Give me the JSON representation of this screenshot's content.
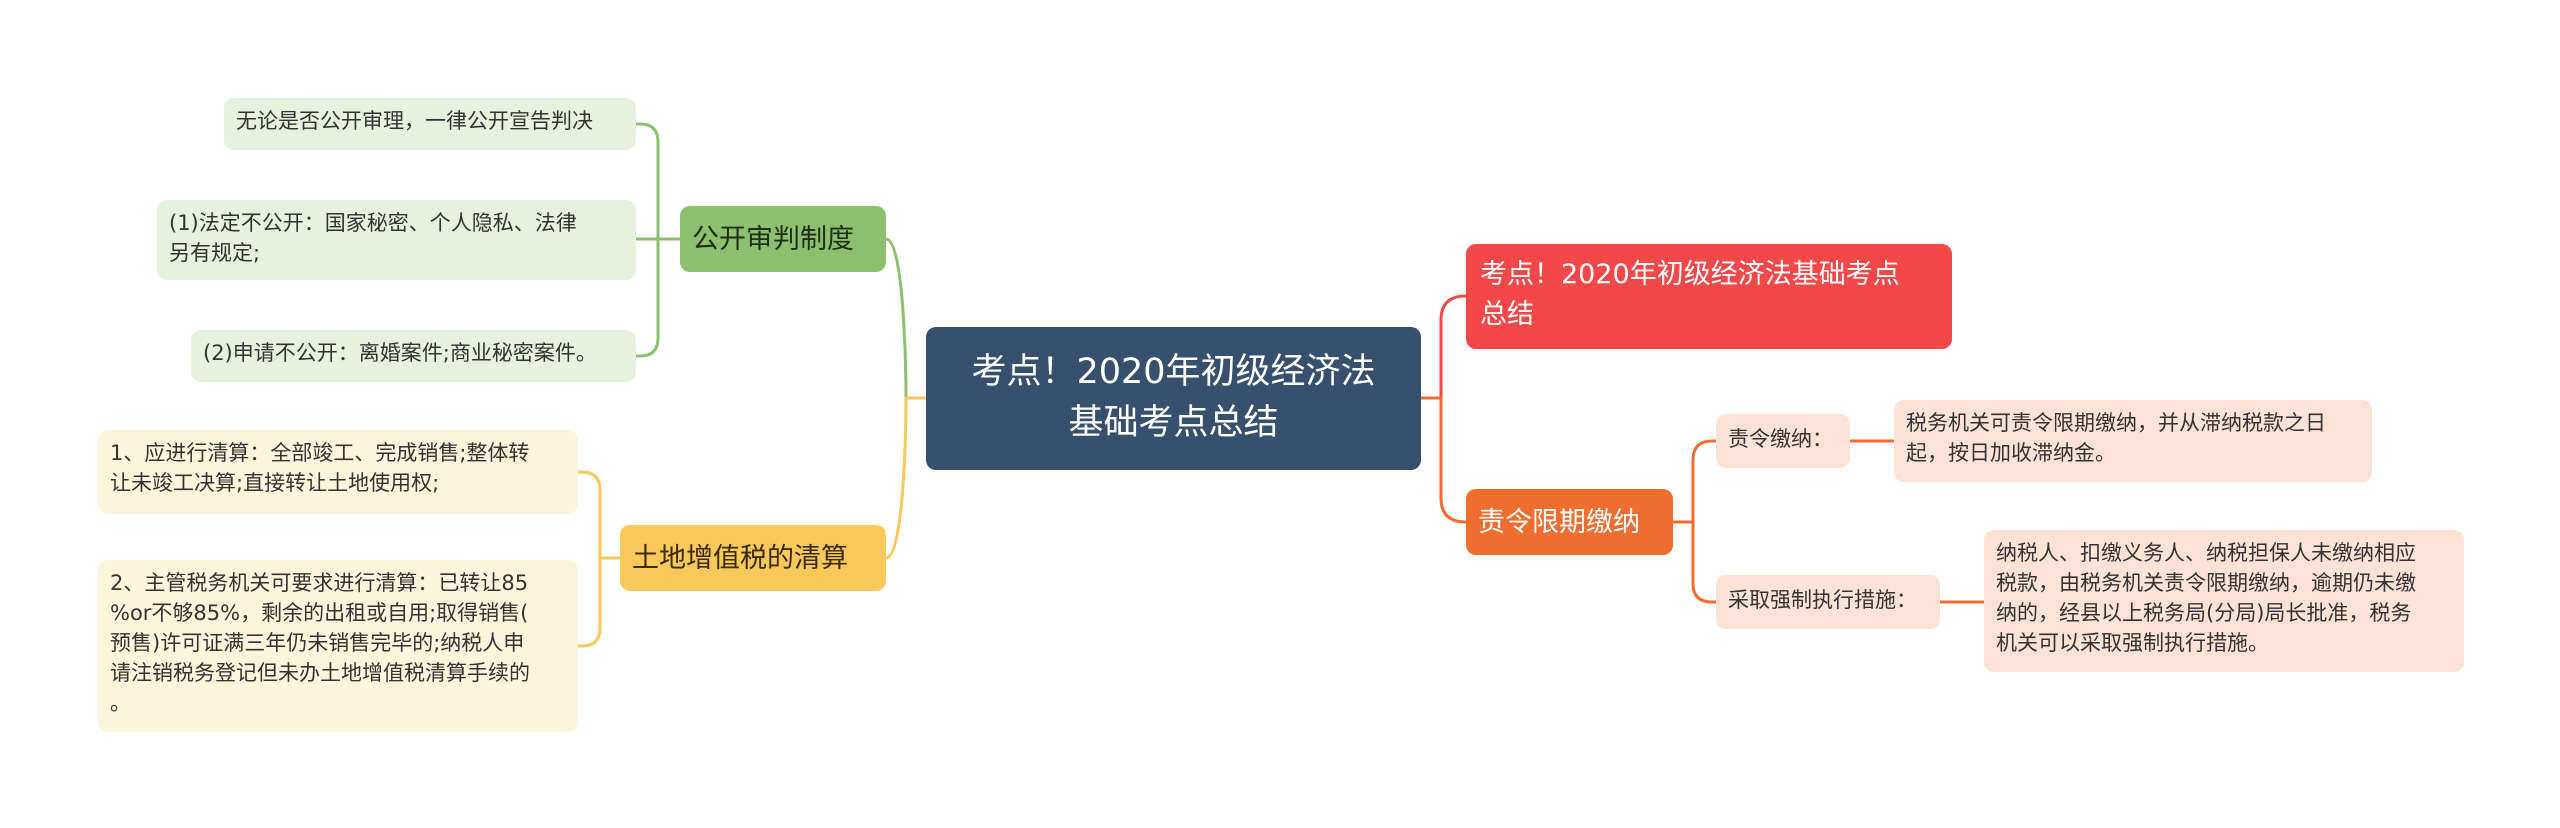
{
  "root": {
    "label": "考点！2020年初级经济法\n基础考点总结"
  },
  "left": {
    "public_trial": {
      "label": "公开审判制度",
      "leaves": [
        "无论是否公开审理，一律公开宣告判决",
        "(1)法定不公开：国家秘密、个人隐私、法律\n另有规定;",
        "(2)申请不公开：离婚案件;商业秘密案件。"
      ]
    },
    "land_tax": {
      "label": "土地增值税的清算",
      "leaves": [
        "1、应进行清算：全部竣工、完成销售;整体转\n让未竣工决算;直接转让土地使用权;",
        "2、主管税务机关可要求进行清算：已转让85\n%or不够85%，剩余的出租或自用;取得销售(\n预售)许可证满三年仍未销售完毕的;纳税人申\n请注销税务登记但未办土地增值税清算手续的\n。"
      ]
    }
  },
  "right": {
    "title_node": {
      "label": "考点！2020年初级经济法基础考点\n总结"
    },
    "deadline": {
      "label": "责令限期缴纳",
      "items": [
        {
          "label": "责令缴纳：",
          "detail": "税务机关可责令限期缴纳，并从滞纳税款之日\n起，按日加收滞纳金。"
        },
        {
          "label": "采取强制执行措施：",
          "detail": "纳税人、扣缴义务人、纳税担保人未缴纳相应\n税款，由税务机关责令限期缴纳，逾期仍未缴\n纳的，经县以上税务局(分局)局长批准，税务\n机关可以采取强制执行措施。"
        }
      ]
    }
  },
  "colors": {
    "root": "#36506d",
    "green": "#8cc06f",
    "yellow": "#f8c85a",
    "red": "#f2484a",
    "orange": "#ef6d2f"
  }
}
